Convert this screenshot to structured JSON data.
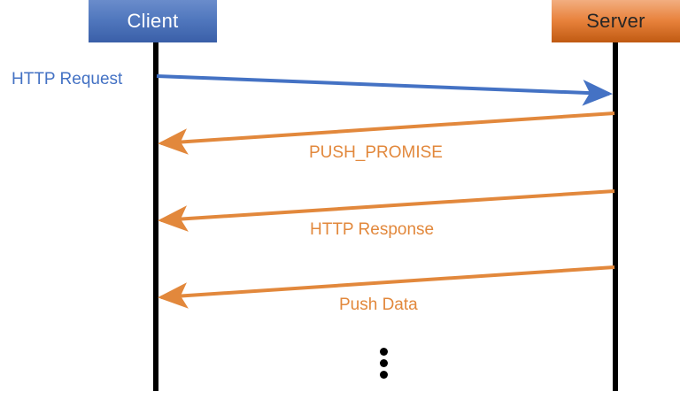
{
  "diagram": {
    "type": "sequence-diagram",
    "background": "#FFFFFF",
    "actors": [
      {
        "id": "client",
        "label": "Client",
        "fill_top": "#6A8CCB",
        "fill_bottom": "#3A5FA8",
        "text_color": "#FFFFFF"
      },
      {
        "id": "server",
        "label": "Server",
        "fill_top": "#F2AE80",
        "fill_bottom": "#C05A12",
        "text_color": "#262626"
      }
    ],
    "lifeline_color": "#000000",
    "messages": [
      {
        "label": "HTTP Request",
        "direction": "client-to-server",
        "color": "#4472C4",
        "label_position": "left-of-client"
      },
      {
        "label": "PUSH_PROMISE",
        "direction": "server-to-client",
        "color": "#E2883C",
        "label_position": "center"
      },
      {
        "label": "HTTP Response",
        "direction": "server-to-client",
        "color": "#E2883C",
        "label_position": "center"
      },
      {
        "label": "Push Data",
        "direction": "server-to-client",
        "color": "#E2883C",
        "label_position": "center"
      }
    ],
    "continuation": {
      "name": "vertical-ellipsis",
      "dots": 3,
      "color": "#000000"
    }
  }
}
